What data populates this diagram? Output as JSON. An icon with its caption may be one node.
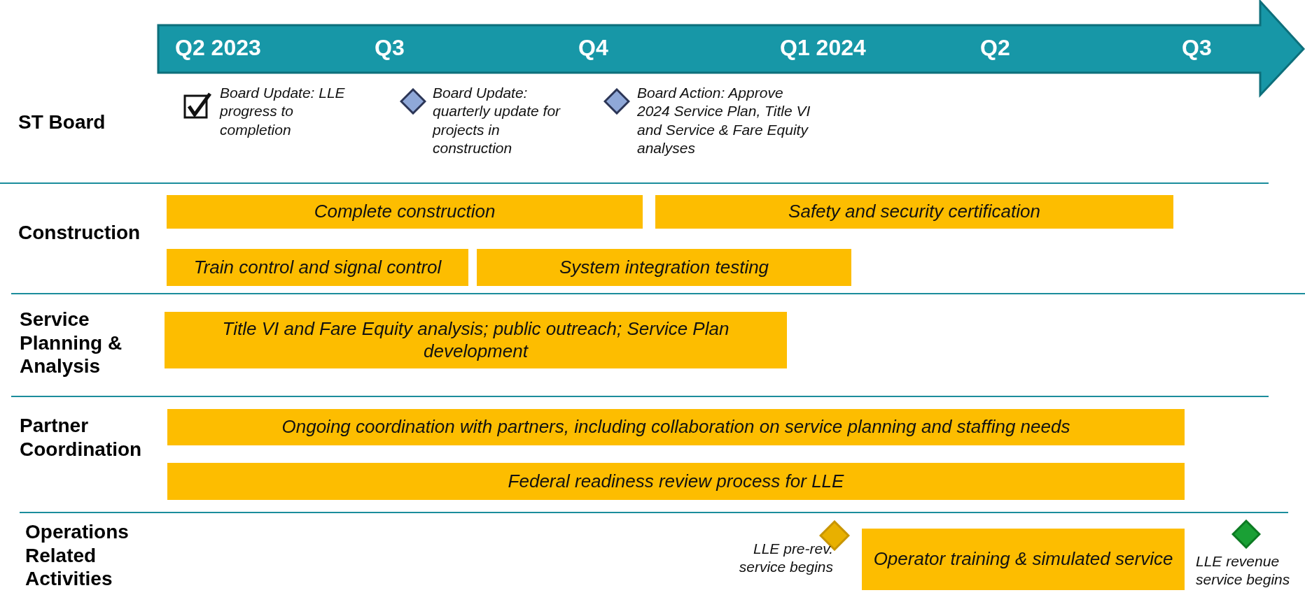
{
  "diagram": {
    "nodes": [
      {
        "text": [],
        "shape": "box",
        "beside": [
          "Board Update: LLE progress to completion"
        ]
      },
      {
        "text": [],
        "shape": "diamond",
        "beside": [
          "Board Update: quarterly update for projects in construction"
        ]
      },
      {
        "text": [],
        "shape": "diamond",
        "beside": [
          "Board Action: Approve 2024 Service Plan, Title VI and Service & Fare Equity analyses"
        ]
      },
      {
        "text": [
          "Complete construction"
        ]
      },
      {
        "text": [
          "Safety and security certification"
        ]
      },
      {
        "text": [
          "Train control and signal control"
        ]
      },
      {
        "text": [
          "System integration testing"
        ]
      },
      {
        "text": [
          "Title VI and Fare Equity analysis; public outreach; Service Plan development"
        ]
      },
      {
        "text": [
          "Ongoing coordination with partners, including collaboration on service planning and staffing needs"
        ]
      },
      {
        "text": [
          "Federal readiness review process for LLE"
        ]
      },
      {
        "text": [],
        "shape": "diamond",
        "beside": [
          "LLE pre-rev. service begins"
        ]
      },
      {
        "text": [
          "Operator training & simulated service"
        ]
      },
      {
        "text": [],
        "shape": "diamond",
        "beside": [
          "LLE revenue service begins"
        ]
      }
    ],
    "labels": [
      "Q2 2023",
      "Q3",
      "Q4",
      "Q1 2024",
      "Q2",
      "Q3",
      "ST Board",
      "Construction",
      "Service Planning & Analysis",
      "Partner Coordination",
      "Operations Related Activities"
    ]
  }
}
